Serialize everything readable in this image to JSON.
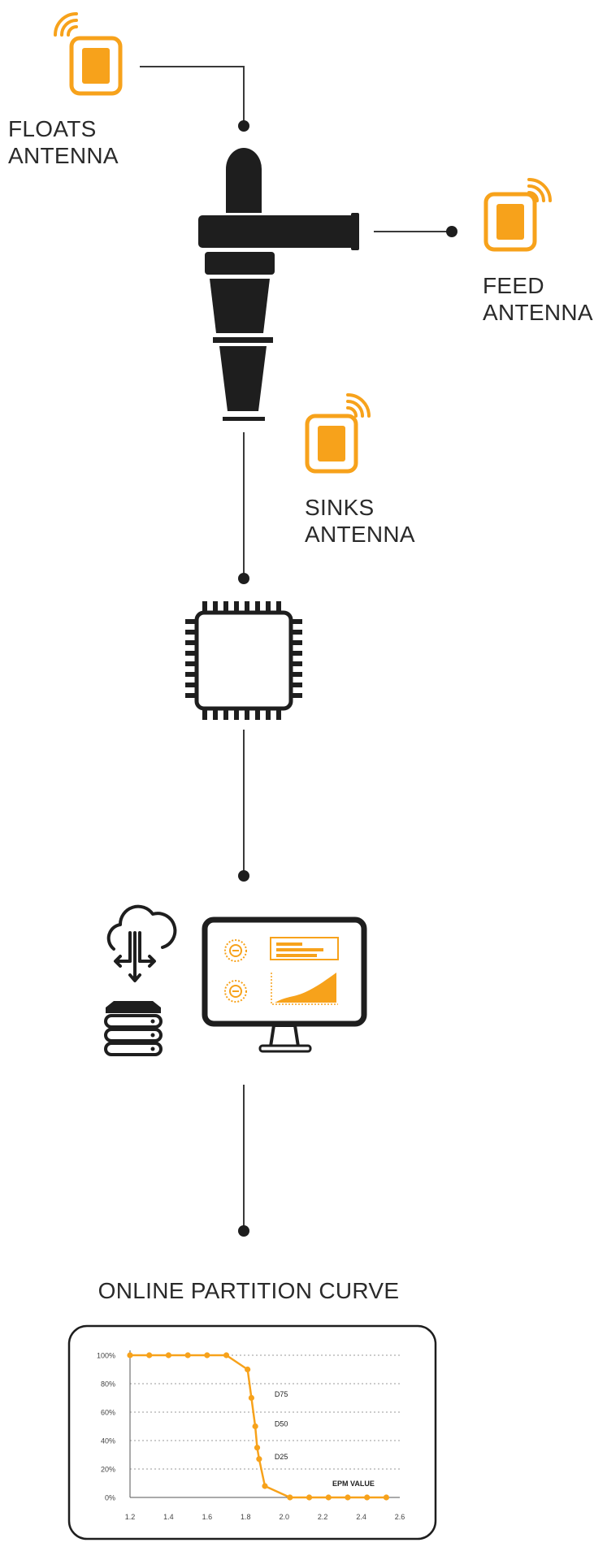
{
  "labels": {
    "floats": "FLOATS\nANTENNA",
    "feed": "FEED\nANTENNA",
    "sinks": "SINKS\nANTENNA"
  },
  "chart_title": "ONLINE PARTITION CURVE",
  "colors": {
    "accent": "#F7A21B",
    "dark": "#1E1E1E",
    "line": "#3A3A3A"
  },
  "icons": [
    "wifi-signal-icon",
    "rfid-tag-icon",
    "hydrocyclone-icon",
    "chip-icon",
    "cloud-sync-icon",
    "server-stack-icon",
    "monitor-icon"
  ],
  "chart_data": {
    "type": "line",
    "title": "ONLINE PARTITION CURVE",
    "x_ticks": [
      "1.2",
      "1.4",
      "1.6",
      "1.8",
      "2.0",
      "2.2",
      "2.4",
      "2.6"
    ],
    "y_ticks": [
      "0%",
      "20%",
      "40%",
      "60%",
      "80%",
      "100%"
    ],
    "xlim": [
      1.2,
      2.6
    ],
    "ylim": [
      0,
      100
    ],
    "grid": true,
    "series": [
      {
        "x": [
          1.2,
          1.3,
          1.4,
          1.5,
          1.6,
          1.7,
          1.81,
          1.83,
          1.85,
          1.86,
          1.87,
          1.9,
          2.03,
          2.13,
          2.23,
          2.33,
          2.43,
          2.53
        ],
        "y": [
          100,
          100,
          100,
          100,
          100,
          100,
          90,
          70,
          50,
          35,
          27,
          8,
          0,
          0,
          0,
          0,
          0,
          0
        ]
      }
    ],
    "annotations": [
      {
        "text": "D75",
        "x": 1.95,
        "y": 71
      },
      {
        "text": "D50",
        "x": 1.95,
        "y": 50
      },
      {
        "text": "D25",
        "x": 1.95,
        "y": 27
      },
      {
        "text": "EPM VALUE",
        "x": 2.25,
        "y": 8
      }
    ]
  }
}
